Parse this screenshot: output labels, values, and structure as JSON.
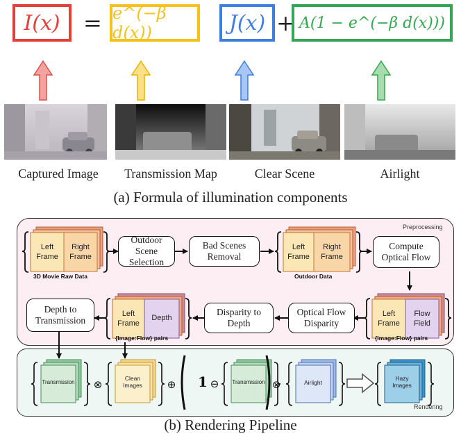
{
  "formula": {
    "I": "I(x)",
    "equals": "=",
    "transmission": "e^(−β d(x))",
    "J": "J(x)",
    "plus": "+",
    "airlight": "A(1 − e^(−β d(x)))",
    "colors": {
      "red": "#e3403a",
      "yellow": "#f5c11b",
      "blue": "#3f7fe0",
      "green": "#35a651"
    }
  },
  "captions": {
    "captured": "Captured Image",
    "transmission_map": "Transmission Map",
    "clear": "Clear Scene",
    "airlight": "Airlight"
  },
  "title_a": "(a) Formula of illumination components",
  "preprocessing": {
    "label": "Preprocessing",
    "raw_left": "Left\nFrame",
    "raw_right": "Right\nFrame",
    "raw_caption": "3D Movie Raw Data",
    "outdoor_scene": "Outdoor Scene\nSelection",
    "bad_scenes": "Bad Scenes\nRemoval",
    "out_left": "Left\nFrame",
    "out_right": "Right\nFrame",
    "out_caption": "Outdoor Data",
    "compute_flow": "Compute\nOptical Flow",
    "flow_left": "Left\nFrame",
    "flow_field": "Flow\nField",
    "flow_caption": "{Image:Flow} pairs",
    "flow_disparity": "Optical Flow\nDisparity",
    "disp_depth": "Disparity to\nDepth",
    "depth_left": "Left\nFrame",
    "depth_right": "Depth",
    "depth_caption": "{Image:Flow} pairs",
    "depth_trans": "Depth to\nTransmission"
  },
  "rendering": {
    "label": "Rendering",
    "transmission": "Transmission",
    "clean": "Clean\nImages",
    "one": "1",
    "transmission2": "Transmission",
    "airlight": "Airlight",
    "hazy": "Hazy\nImages"
  },
  "title_b": "(b) Rendering Pipeline"
}
